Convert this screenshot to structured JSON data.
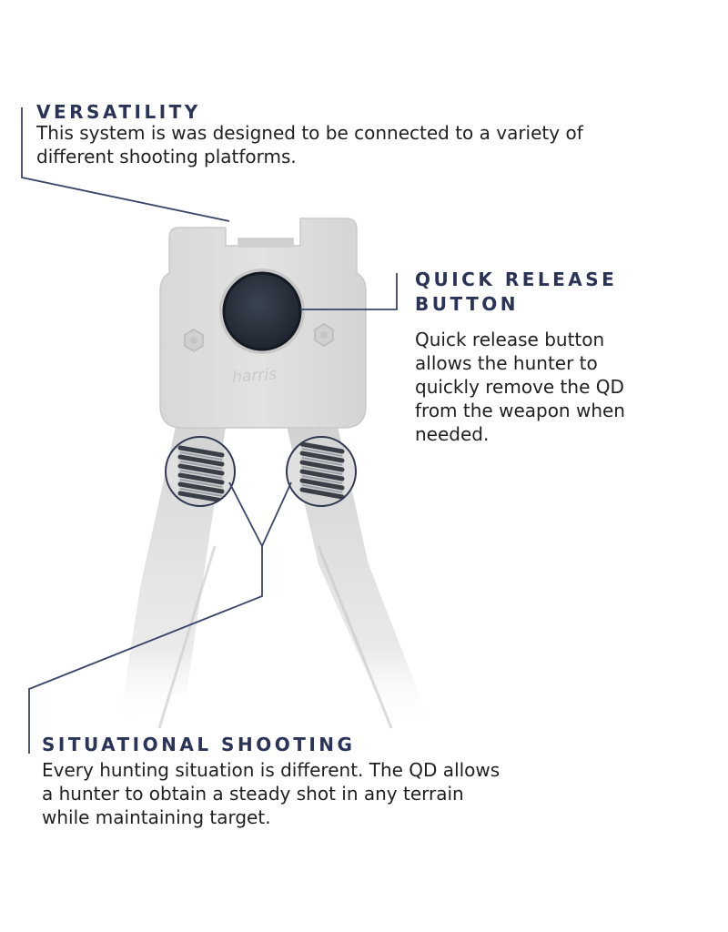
{
  "callouts": {
    "versatility": {
      "heading": "VERSATILITY",
      "body": "This system is was designed to be connected to a variety of different shooting platforms."
    },
    "quick_release": {
      "heading_line1": "QUICK RELEASE",
      "heading_line2": "BUTTON",
      "body": "Quick release button allows the hunter to quickly remove the QD from the weapon when needed."
    },
    "situational": {
      "heading": "SITUATIONAL SHOOTING",
      "body": "Every hunting situation is different.  The QD allows a hunter to obtain a steady shot in any terrain while maintaining target."
    }
  },
  "colors": {
    "heading": "#2a3358",
    "leader_line": "#3a4468",
    "device_body": "#dcdcdc",
    "button": "#2b3340"
  },
  "icons": [
    "quick-release-button-icon",
    "spring-icon",
    "hex-screw-icon"
  ]
}
